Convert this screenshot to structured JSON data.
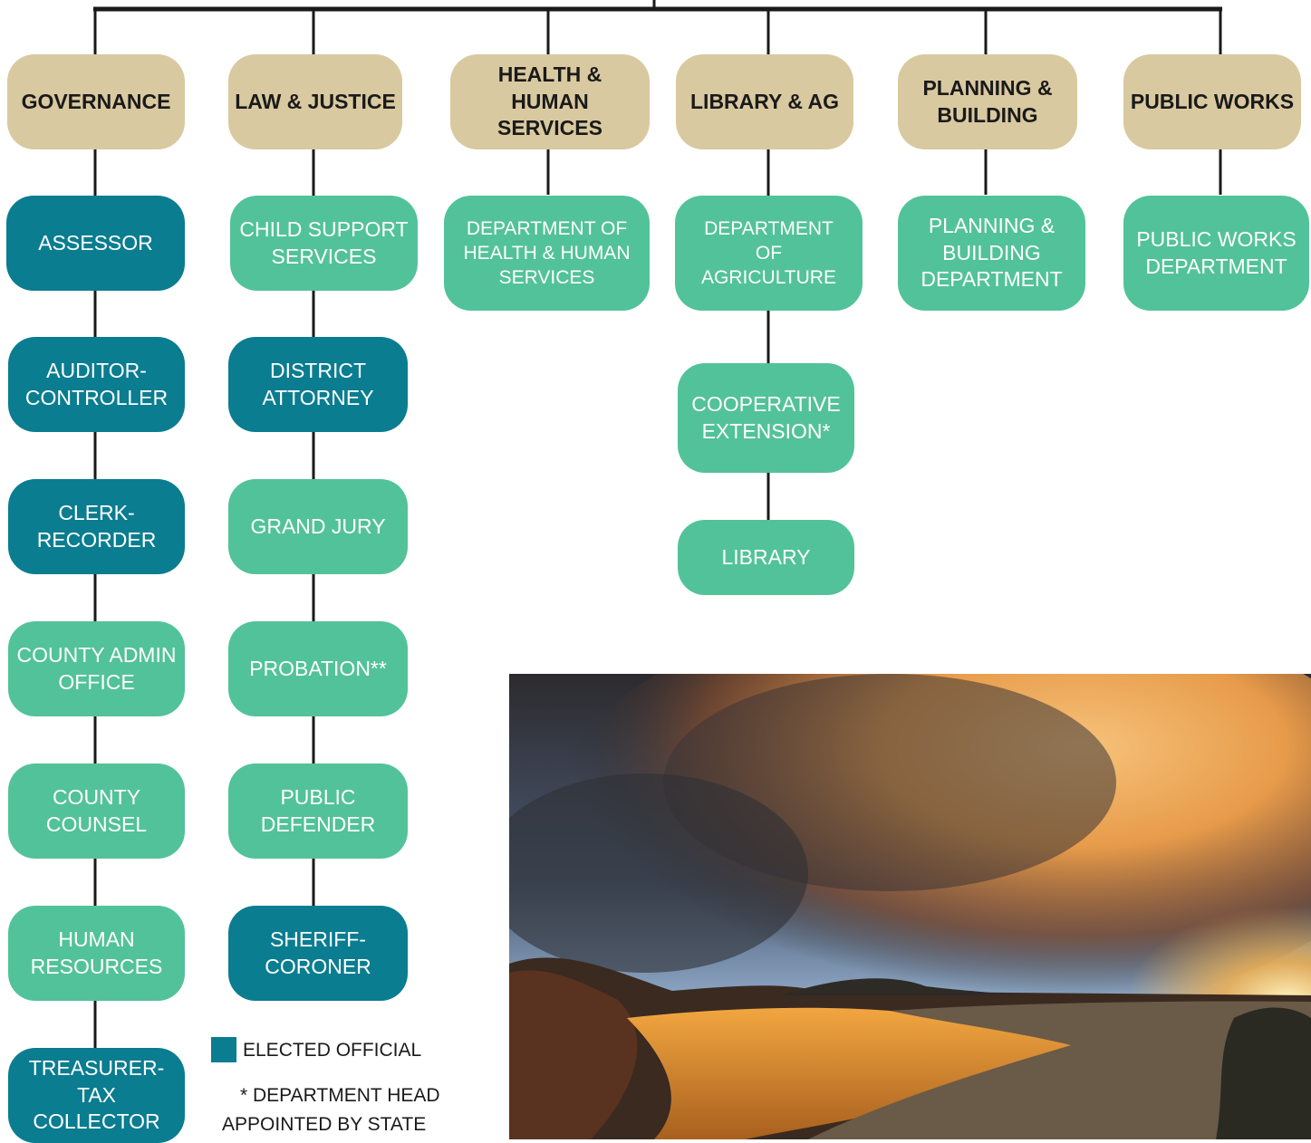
{
  "categories": {
    "governance": "GOVERNANCE",
    "law_justice": "LAW & JUSTICE",
    "health": "HEALTH & HUMAN SERVICES",
    "library_ag": "LIBRARY & AG",
    "planning": "PLANNING & BUILDING",
    "public_works": "PUBLIC WORKS"
  },
  "governance": [
    "ASSESSOR",
    "AUDITOR-CONTROLLER",
    "CLERK-RECORDER",
    "COUNTY ADMIN OFFICE",
    "COUNTY COUNSEL",
    "HUMAN RESOURCES",
    "TREASURER-TAX COLLECTOR"
  ],
  "law_justice": [
    "CHILD SUPPORT SERVICES",
    "DISTRICT ATTORNEY",
    "GRAND JURY",
    "PROBATION**",
    "PUBLIC DEFENDER",
    "SHERIFF-CORONER"
  ],
  "health": [
    "DEPARTMENT OF HEALTH & HUMAN SERVICES"
  ],
  "library_ag": [
    "DEPARTMENT OF AGRICULTURE",
    "COOPERATIVE EXTENSION*",
    "LIBRARY"
  ],
  "planning": [
    "PLANNING & BUILDING DEPARTMENT"
  ],
  "public_works": [
    "PUBLIC WORKS DEPARTMENT"
  ],
  "legend": {
    "elected": "ELECTED OFFICIAL",
    "state_line1": "* DEPARTMENT HEAD",
    "state_line2": "APPOINTED BY STATE"
  },
  "colors": {
    "category": "#d9c9a0",
    "department": "#52c29a",
    "elected": "#0a7d90"
  }
}
